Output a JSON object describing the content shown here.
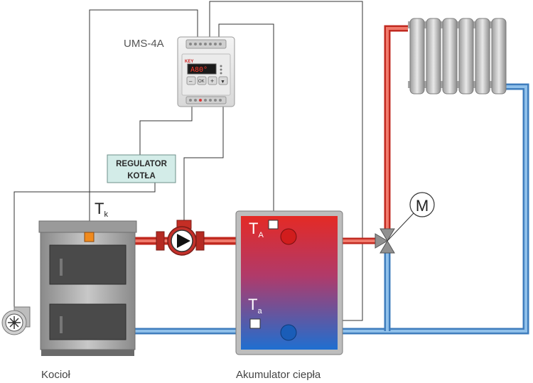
{
  "controller": {
    "name": "UMS-4A",
    "display": "A80°",
    "brand": "KEY",
    "keys": [
      "–",
      "OK",
      "+",
      "▼"
    ]
  },
  "boiler_regulator": {
    "line1": "REGULATOR",
    "line2": "KOTŁA"
  },
  "sensors": {
    "boiler": {
      "main": "T",
      "sub": "k"
    },
    "tank_top": {
      "main": "T",
      "sub": "A"
    },
    "tank_bottom": {
      "main": "T",
      "sub": "a"
    }
  },
  "mixing_valve": {
    "motor": "M"
  },
  "captions": {
    "boiler": "Kocioł",
    "tank": "Akumulator ciepła"
  },
  "colors": {
    "hot_pipe": "#e2392b",
    "cold_pipe": "#5b9bd5",
    "wire": "#333333",
    "regulator_bg": "#d3ece8",
    "boiler_sensor": "#f08a1d",
    "tank_top": "#e22a26",
    "tank_bottom": "#1768c4"
  }
}
